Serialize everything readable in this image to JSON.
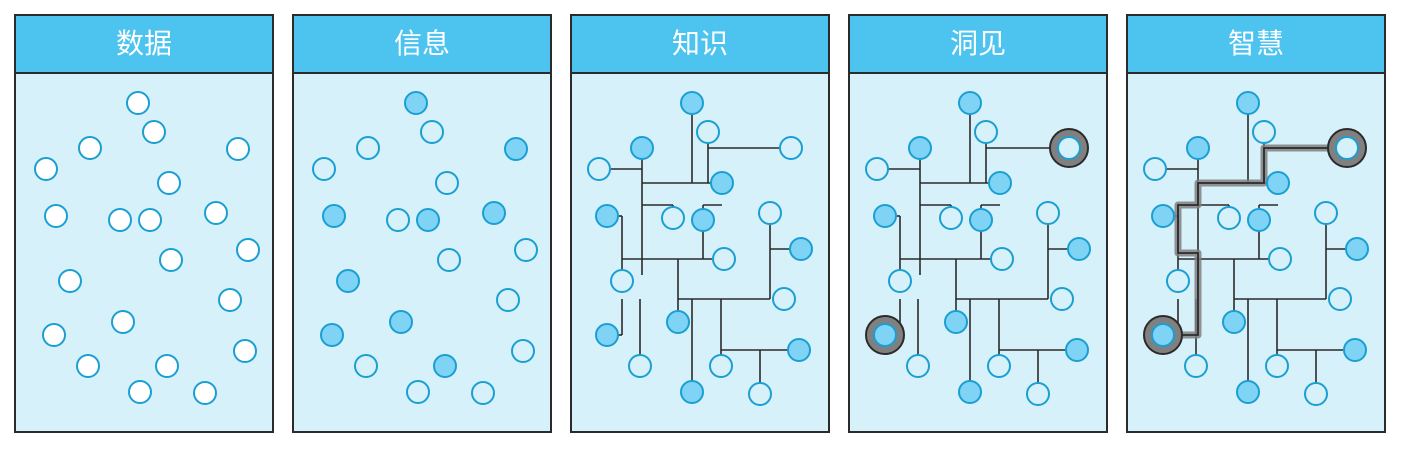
{
  "colors": {
    "header": "#4dc4f0",
    "panel_bg": "#d7f1fa",
    "border": "#2b2b2b",
    "node_stroke": "#1a9fd3",
    "node_white": "#ffffff",
    "node_light": "#d7f1fa",
    "node_fill": "#7fd3f5",
    "line": "#2b2b2b",
    "highlight": "#808080"
  },
  "panels": [
    {
      "title": "数据"
    },
    {
      "title": "信息"
    },
    {
      "title": "知识"
    },
    {
      "title": "洞见"
    },
    {
      "title": "智慧"
    }
  ]
}
